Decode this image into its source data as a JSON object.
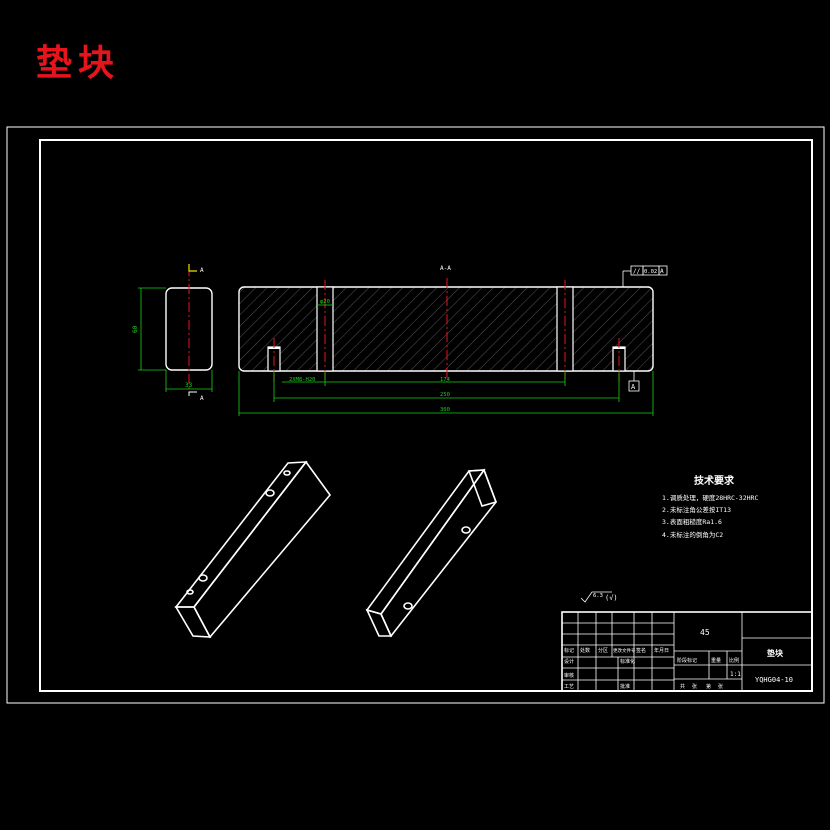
{
  "page": {
    "title": "垫块"
  },
  "colors": {
    "background": "#000000",
    "line": "#ffffff",
    "centerline": "#e8141c",
    "dimension": "#17d217",
    "hatch": "#8a8a8a",
    "title_text": "#e8141c",
    "section_mark": "#f0e000"
  },
  "views": {
    "section_label": "A-A",
    "cut_mark_letter": "A",
    "datum_letter": "A"
  },
  "dimensions": {
    "height": "60",
    "width": "33",
    "thread": "2XM8-H20",
    "hole_dia": "φ20",
    "hole_span": "174",
    "span_250": "250",
    "length": "300"
  },
  "tolerance": {
    "symbol": "//",
    "value": "0.02",
    "datum": "A"
  },
  "tech_requirements": {
    "title": "技术要求",
    "items": [
      "1.调质处理，硬度28HRC-32HRC",
      "2.未标注角公差按IT13",
      "3.表面粗糙度Ra1.6",
      "4.未标注的倒角为C2"
    ]
  },
  "roughness": {
    "symbol_value": "6.3",
    "suffix": "(√)"
  },
  "title_block": {
    "material": "45",
    "part_name": "垫块",
    "drawing_number": "YQHG04-10",
    "scale": "1:1",
    "header_labels": [
      "标记",
      "处数",
      "分区",
      "更改文件号",
      "签名",
      "年月日"
    ],
    "row_labels": [
      "设计",
      "审核",
      "工艺"
    ],
    "mid_labels": [
      "标准化",
      "批准"
    ],
    "stage_labels": [
      "阶段标记",
      "重量",
      "比例"
    ],
    "sheet_labels": [
      "共",
      "张",
      "第",
      "张"
    ]
  }
}
